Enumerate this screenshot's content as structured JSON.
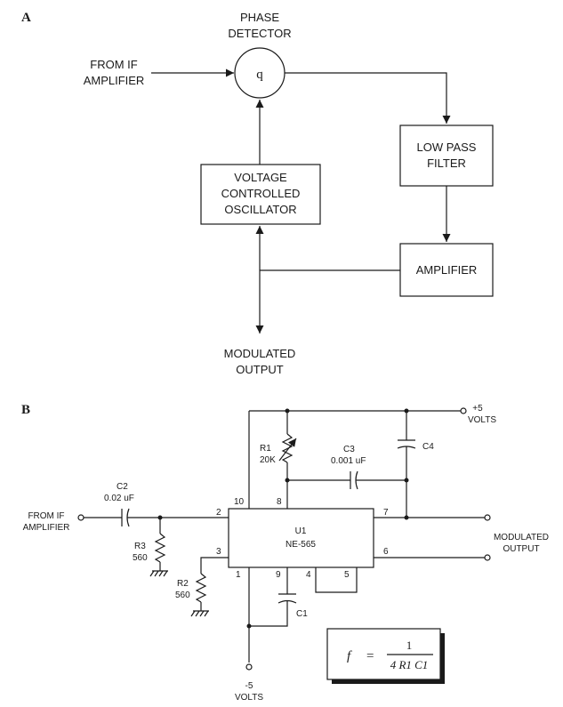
{
  "panel_a": {
    "label": "A",
    "phase_detector": {
      "title_line1": "PHASE",
      "title_line2": "DETECTOR",
      "symbol": "q"
    },
    "input": {
      "line1": "FROM IF",
      "line2": "AMPLIFIER"
    },
    "vco": {
      "line1": "VOLTAGE",
      "line2": "CONTROLLED",
      "line3": "OSCILLATOR"
    },
    "low_pass": {
      "line1": "LOW PASS",
      "line2": "FILTER"
    },
    "amplifier": {
      "line1": "AMPLIFIER"
    },
    "output": {
      "line1": "MODULATED",
      "line2": "OUTPUT"
    }
  },
  "panel_b": {
    "label": "B",
    "input": {
      "line1": "FROM IF",
      "line2": "AMPLIFIER"
    },
    "output": {
      "line1": "MODULATED",
      "line2": "OUTPUT"
    },
    "supply_pos": {
      "line1": "+5",
      "line2": "VOLTS"
    },
    "supply_neg": {
      "line1": "-5",
      "line2": "VOLTS"
    },
    "chip": {
      "ref": "U1",
      "part": "NE-565"
    },
    "pins": {
      "p1": "1",
      "p2": "2",
      "p3": "3",
      "p4": "4",
      "p5": "5",
      "p6": "6",
      "p7": "7",
      "p8": "8",
      "p9": "9",
      "p10": "10"
    },
    "components": {
      "c2": {
        "ref": "C2",
        "value": "0.02 uF"
      },
      "r3": {
        "ref": "R3",
        "value": "560"
      },
      "r2": {
        "ref": "R2",
        "value": "560"
      },
      "r1": {
        "ref": "R1",
        "value": "20K"
      },
      "c3": {
        "ref": "C3",
        "value": "0.001 uF"
      },
      "c4": {
        "ref": "C4"
      },
      "c1": {
        "ref": "C1"
      }
    },
    "formula": {
      "lhs": "f",
      "eq": "=",
      "numerator": "1",
      "denominator": "4 R1 C1"
    }
  }
}
